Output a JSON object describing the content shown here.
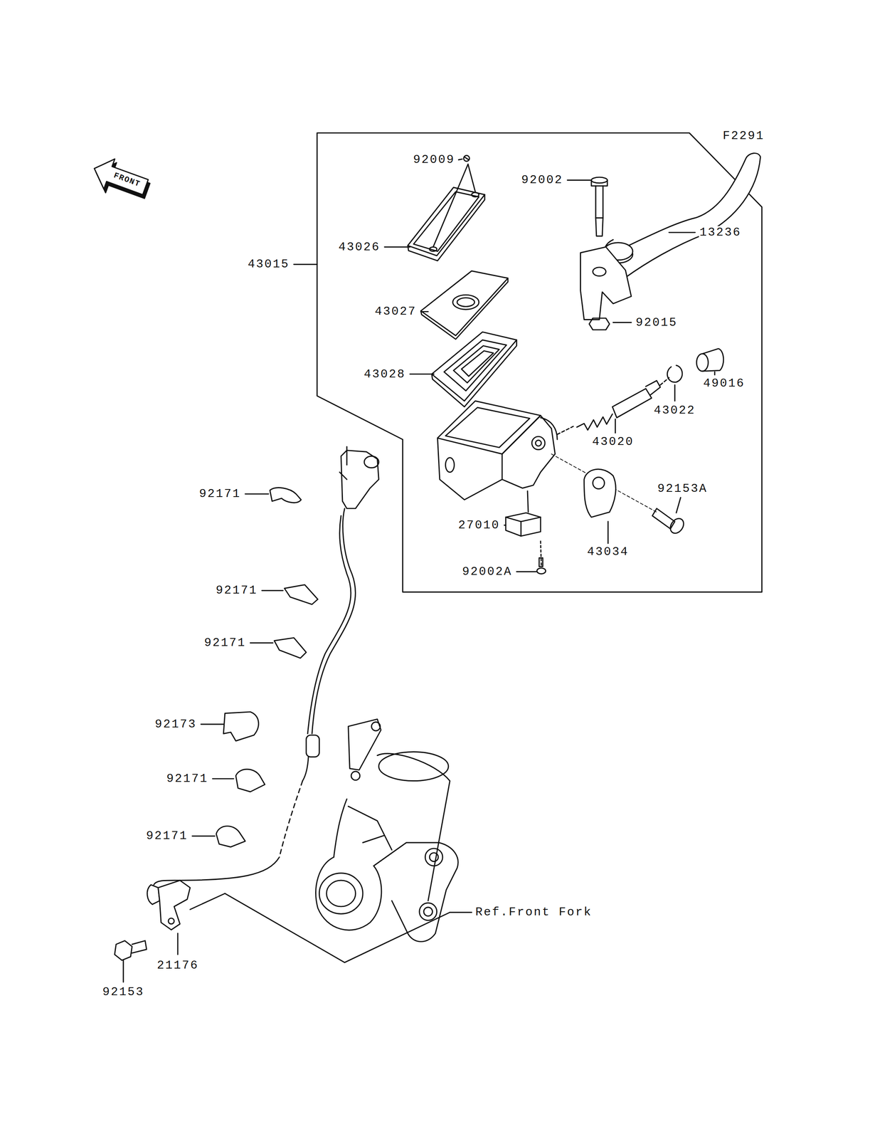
{
  "diagram": {
    "labels": [
      "F2291",
      "FRONT",
      "92009",
      "92002",
      "43026",
      "13236",
      "43015",
      "43027",
      "92015",
      "43028",
      "49016",
      "43022",
      "43020",
      "92171",
      "92153A",
      "27010",
      "43034",
      "92002A",
      "92171",
      "92171",
      "92173",
      "92171",
      "92171",
      "Ref.Front Fork",
      "21176",
      "92153"
    ]
  }
}
